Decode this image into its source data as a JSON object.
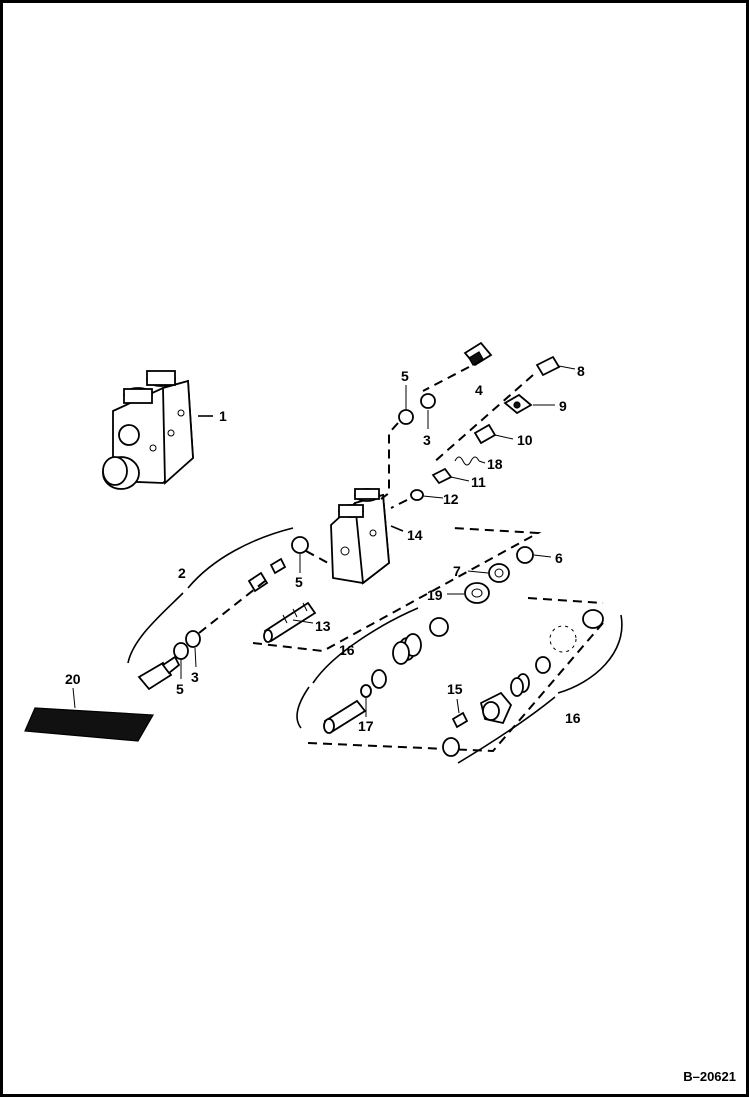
{
  "figure_id": "B–20621",
  "callouts": {
    "c1": "1",
    "c2": "2",
    "c3a": "3",
    "c3b": "3",
    "c4": "4",
    "c5a": "5",
    "c5b": "5",
    "c5c": "5",
    "c6": "6",
    "c7": "7",
    "c8": "8",
    "c9": "9",
    "c10": "10",
    "c11": "11",
    "c12": "12",
    "c13": "13",
    "c14": "14",
    "c15": "15",
    "c16a": "16",
    "c16b": "16",
    "c17": "17",
    "c18": "18",
    "c19": "19",
    "c20": "20"
  }
}
